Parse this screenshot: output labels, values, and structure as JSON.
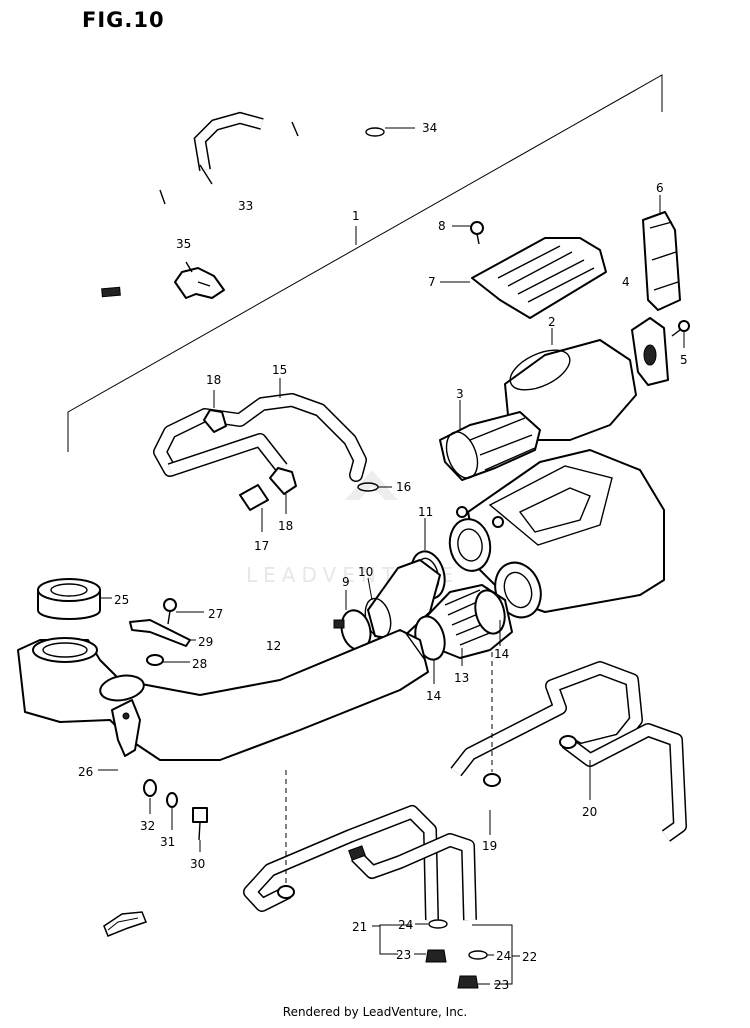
{
  "figure": {
    "title": "FIG.10",
    "footer": "Rendered by LeadVenture, Inc.",
    "watermark": "LEADVENTURE"
  },
  "callouts": {
    "c1": "1",
    "c2": "2",
    "c3": "3",
    "c4": "4",
    "c5": "5",
    "c6": "6",
    "c7": "7",
    "c8": "8",
    "c9": "9",
    "c10": "10",
    "c11": "11",
    "c12": "12",
    "c13": "13",
    "c14a": "14",
    "c14b": "14",
    "c15": "15",
    "c16": "16",
    "c17": "17",
    "c18a": "18",
    "c18b": "18",
    "c19": "19",
    "c20": "20",
    "c21": "21",
    "c22": "22",
    "c23a": "23",
    "c23b": "23",
    "c24a": "24",
    "c24b": "24",
    "c25": "25",
    "c26": "26",
    "c27": "27",
    "c28": "28",
    "c29": "29",
    "c30": "30",
    "c31": "31",
    "c32": "32",
    "c33": "33",
    "c34": "34",
    "c35": "35"
  },
  "icons": {
    "front_arrow": "front-arrow-icon"
  }
}
